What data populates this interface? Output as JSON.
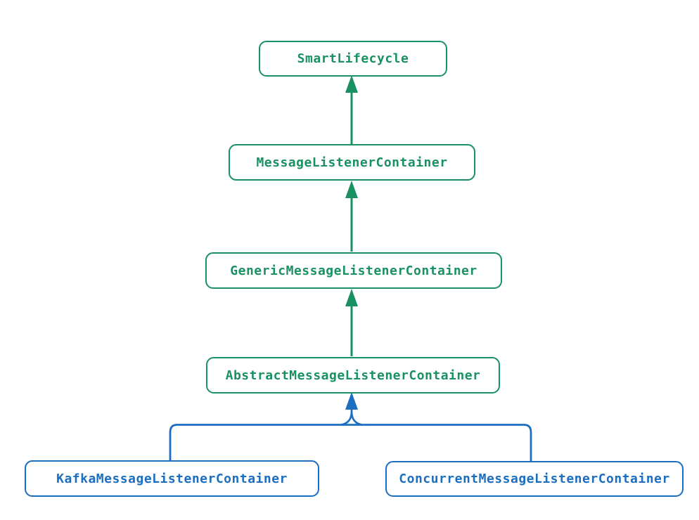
{
  "diagram": {
    "type": "class-hierarchy",
    "background": "#ffffff",
    "colors": {
      "green": "#1a9162",
      "blue": "#1b6ec2",
      "background": "#ffffff"
    },
    "nodes": [
      {
        "id": "smart-lifecycle",
        "label": "SmartLifecycle",
        "color": "green"
      },
      {
        "id": "message-listener-container",
        "label": "MessageListenerContainer",
        "color": "green"
      },
      {
        "id": "generic-message-listener-container",
        "label": "GenericMessageListenerContainer",
        "color": "green"
      },
      {
        "id": "abstract-message-listener-container",
        "label": "AbstractMessageListenerContainer",
        "color": "green"
      },
      {
        "id": "kafka-message-listener-container",
        "label": "KafkaMessageListenerContainer",
        "color": "blue"
      },
      {
        "id": "concurrent-message-listener-container",
        "label": "ConcurrentMessageListenerContainer",
        "color": "blue"
      }
    ],
    "edges": [
      {
        "from": "MessageListenerContainer",
        "to": "SmartLifecycle",
        "style": "arrow-up",
        "color": "green"
      },
      {
        "from": "GenericMessageListenerContainer",
        "to": "MessageListenerContainer",
        "style": "arrow-up",
        "color": "green"
      },
      {
        "from": "AbstractMessageListenerContainer",
        "to": "GenericMessageListenerContainer",
        "style": "arrow-up",
        "color": "green"
      },
      {
        "from": "KafkaMessageListenerContainer",
        "to": "AbstractMessageListenerContainer",
        "style": "forked-arrow-up",
        "color": "blue"
      },
      {
        "from": "ConcurrentMessageListenerContainer",
        "to": "AbstractMessageListenerContainer",
        "style": "forked-arrow-up",
        "color": "blue"
      }
    ]
  }
}
